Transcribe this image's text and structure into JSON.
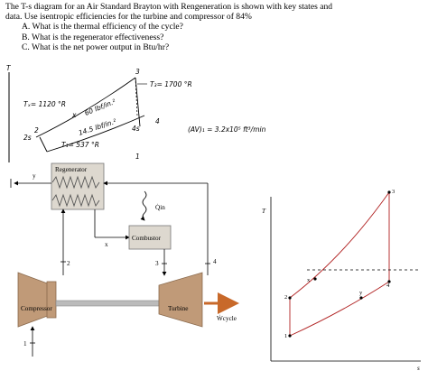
{
  "problem": {
    "line1": "The T-s diagram for an Air Standard Brayton with Rengeneration is shown with key states and",
    "line2": "data.  Use isentropic efficiencies for the turbine and compressor of 84%",
    "items": [
      "A.  What is the thermal efficiency of the cycle?",
      "B.  What is the regenerator effectiveness?",
      "C.  What is the net power output in Btu/hr?"
    ]
  },
  "sketch": {
    "t_axis": "T",
    "t3": "T₃= 1700 °R",
    "tx": "Tₓ= 1120 °R",
    "t1": "T₁= 537 °R",
    "p_high": "60 lbf/in.²",
    "p_low": "14.5 lbf/in.²",
    "flow": "(AV)₁ = 3.2x10⁵ ft³/min",
    "num_3": "3",
    "num_2": "2",
    "num_25": "2s",
    "num_4": "4",
    "num_4s": "4s",
    "num_x": "x",
    "num_1": "1"
  },
  "schematic": {
    "regenerator": "Regenerator",
    "combustor": "Combustor",
    "compressor": "Compressor",
    "turbine": "Turbine",
    "qin": "Q̇in",
    "wcycle": "Ẇcycle",
    "y": "y",
    "x": "x",
    "s2": "2",
    "s3": "3",
    "s4": "4",
    "s1": "1"
  },
  "ts": {
    "T": "T",
    "s": "s",
    "p3": "3",
    "p4": "4",
    "p2": "2",
    "p1": "1",
    "px": "x",
    "py": "y"
  }
}
